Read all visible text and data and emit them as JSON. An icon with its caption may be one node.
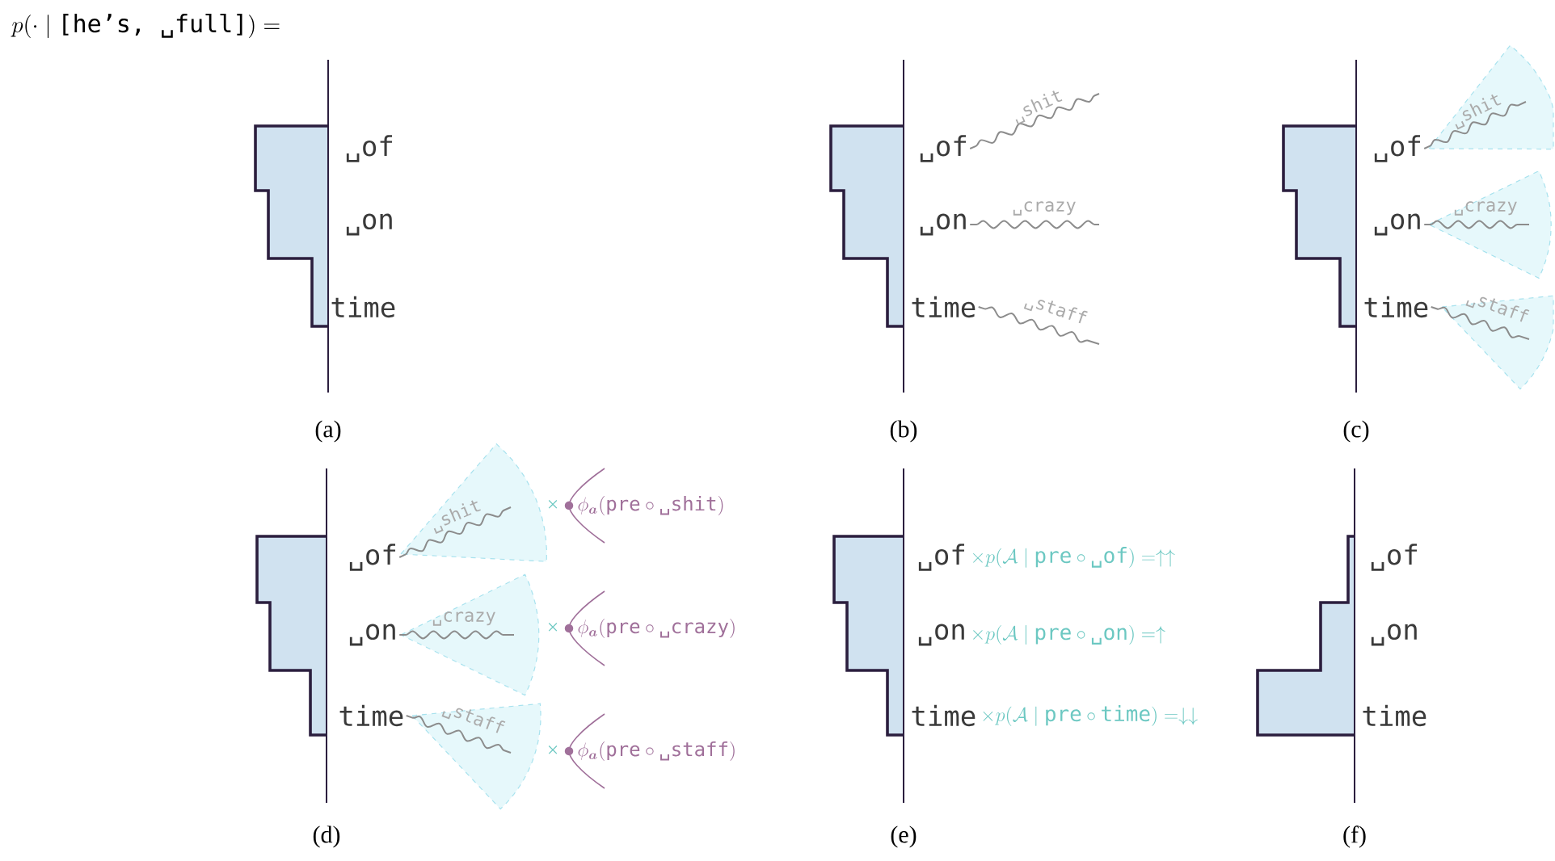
{
  "diagram": {
    "title": "p(\\cdot\\mid\\mbox{\\ttfamily [he’s, ␣full]})=",
    "nodes": [
      {
        "text": [
          "␣of"
        ]
      },
      {
        "text": [
          "␣on"
        ]
      },
      {
        "text": [
          "time"
        ]
      },
      {
        "text": [
          "␣of"
        ]
      },
      {
        "text": [
          "␣on"
        ]
      },
      {
        "text": [
          "time"
        ]
      },
      {
        "text": [
          "␣of"
        ]
      },
      {
        "text": [
          "␣on"
        ]
      },
      {
        "text": [
          "time"
        ]
      },
      {
        "text": [
          "␣of"
        ]
      },
      {
        "text": [
          "␣on"
        ]
      },
      {
        "text": [
          "time"
        ]
      },
      {
        "text": [
          "␣of"
        ]
      },
      {
        "text": [
          "␣on"
        ]
      },
      {
        "text": [
          "time"
        ]
      },
      {
        "text": [
          "␣of"
        ]
      },
      {
        "text": [
          "␣on"
        ]
      },
      {
        "text": [
          "time"
        ]
      }
    ],
    "edges": [
      {
        "from": 3,
        "to": null,
        "arrow": "none",
        "label": "␣shit"
      },
      {
        "from": 4,
        "to": null,
        "arrow": "none",
        "label": "␣crazy"
      },
      {
        "from": 5,
        "to": null,
        "arrow": "none",
        "label": "␣staff"
      },
      {
        "from": 6,
        "to": null,
        "arrow": "none",
        "label": "␣shit"
      },
      {
        "from": 7,
        "to": null,
        "arrow": "none",
        "label": "␣crazy"
      },
      {
        "from": 8,
        "to": null,
        "arrow": "none",
        "label": "␣staff"
      },
      {
        "from": 9,
        "to": null,
        "arrow": "none",
        "label": "␣shit"
      },
      {
        "from": 10,
        "to": null,
        "arrow": "none",
        "label": "␣crazy"
      },
      {
        "from": 11,
        "to": null,
        "arrow": "none",
        "label": "␣staff"
      }
    ],
    "labels": [
      "(a)",
      "(b)",
      "(c)",
      "×",
      "\\phi_{\\boldsymbol{a}}(\\mathtt{pre}\\circ\\mbox{\\ttfamily ␣shit})",
      "×",
      "\\phi_{\\boldsymbol{a}}(\\mathtt{pre}\\circ\\mbox{\\ttfamily ␣crazy})",
      "×",
      "\\phi_{\\boldsymbol{a}}(\\mathtt{pre}\\circ\\mbox{\\ttfamily ␣staff})",
      "\\times p(\\mathcal{A}\\mid\\mathtt{pre}\\circ\\mbox{\\ttfamily ␣of})=\\uparrow\\uparrow",
      "\\times p(\\mathcal{A}\\mid\\mathtt{pre}\\circ\\mbox{\\ttfamily ␣on})=\\uparrow",
      "\\times p(\\mathcal{A}\\mid\\mathtt{pre}\\circ\\mbox{\\ttfamily time})=\\downarrow\\downarrow",
      "(d)",
      "(e)",
      "(f)"
    ]
  }
}
